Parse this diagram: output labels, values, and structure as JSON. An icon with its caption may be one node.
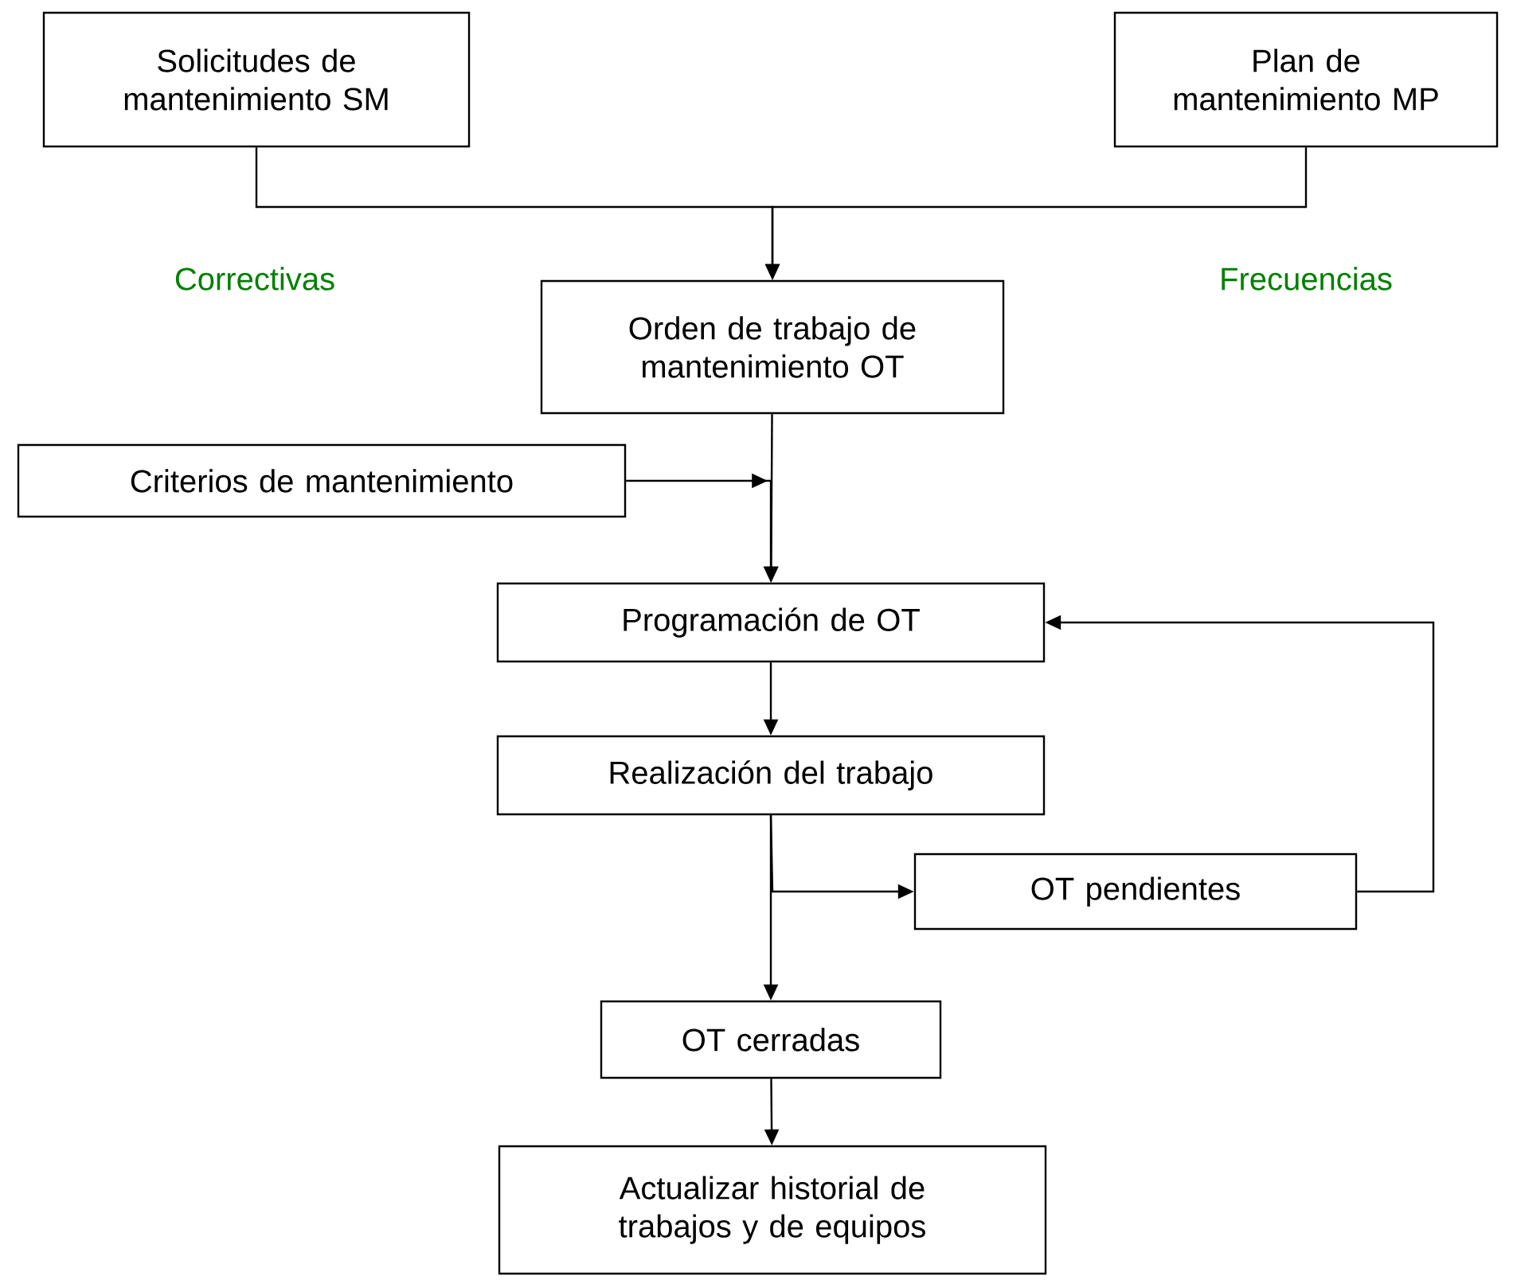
{
  "diagram": {
    "nodes": [
      {
        "text": [
          "Solicitudes de mantenimiento SM"
        ]
      },
      {
        "text": [
          "Plan de mantenimiento MP"
        ]
      },
      {
        "text": [
          "Orden de trabajo de mantenimiento OT"
        ]
      },
      {
        "text": [
          "Criterios de mantenimiento"
        ]
      },
      {
        "text": [
          "Programación de OT"
        ]
      },
      {
        "text": [
          "Realización del trabajo"
        ]
      },
      {
        "text": [
          "OT pendientes"
        ]
      },
      {
        "text": [
          "OT cerradas"
        ]
      },
      {
        "text": [
          "Actualizar historial de trabajos y de equipos"
        ]
      }
    ],
    "edges": [
      {
        "from": 0,
        "to": 2,
        "arrow": "to"
      },
      {
        "from": 1,
        "to": 2,
        "arrow": "to"
      },
      {
        "from": 2,
        "to": 4,
        "arrow": "to"
      },
      {
        "from": 3,
        "to": 4,
        "arrow": "to"
      },
      {
        "from": 4,
        "to": 5,
        "arrow": "to"
      },
      {
        "from": 5,
        "to": 6,
        "arrow": "to"
      },
      {
        "from": 5,
        "to": 7,
        "arrow": "to"
      },
      {
        "from": 6,
        "to": 4,
        "arrow": "to"
      },
      {
        "from": 7,
        "to": 8,
        "arrow": "to"
      }
    ],
    "labels": [
      "Correctivas",
      "Frecuencias"
    ]
  }
}
